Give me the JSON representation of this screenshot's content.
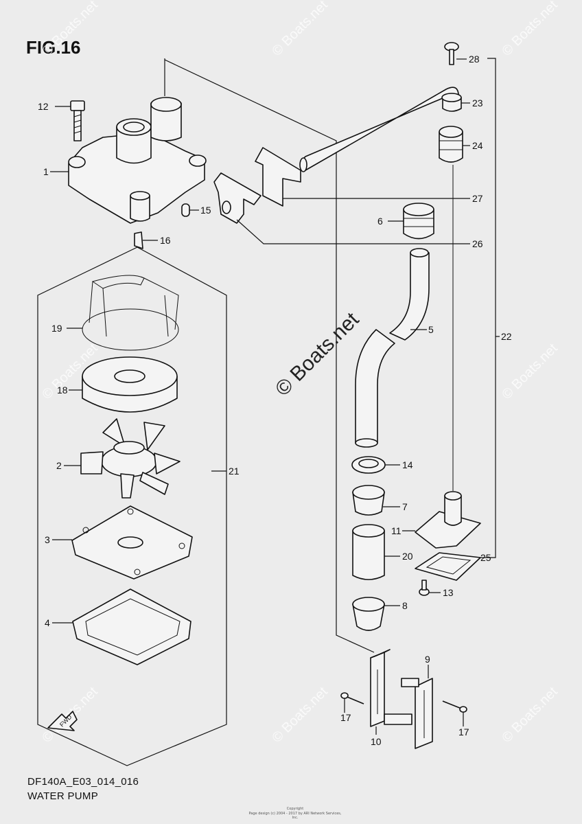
{
  "figure": {
    "title": "FIG.16"
  },
  "footer": {
    "code": "DF140A_E03_014_016",
    "name": "WATER PUMP"
  },
  "copyright": {
    "line1": "Copyright",
    "line2": "Page design (c) 2004 - 2017 by ARI Network Services, Inc."
  },
  "watermark": {
    "center": "© Boats.net",
    "repeat": "© Boats.net"
  },
  "fwd_label": "FWD",
  "callouts": {
    "c1": "1",
    "c2": "2",
    "c3": "3",
    "c4": "4",
    "c5": "5",
    "c6": "6",
    "c7": "7",
    "c8": "8",
    "c9": "9",
    "c10": "10",
    "c11": "11",
    "c12": "12",
    "c13": "13",
    "c14": "14",
    "c15": "15",
    "c16": "16",
    "c17a": "17",
    "c17b": "17",
    "c18": "18",
    "c19": "19",
    "c20": "20",
    "c21": "21",
    "c22": "22",
    "c23": "23",
    "c24": "24",
    "c25": "25",
    "c26": "26",
    "c27": "27",
    "c28": "28"
  }
}
